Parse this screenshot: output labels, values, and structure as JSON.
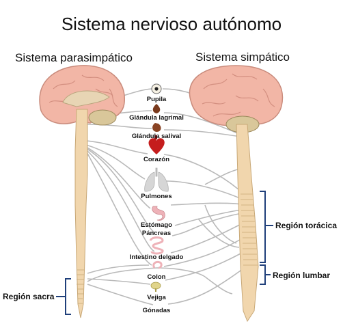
{
  "title": "Sistema nervioso autónomo",
  "parasympathetic_label": "Sistema parasimpático",
  "sympathetic_label": "Sistema simpático",
  "organs": {
    "pupila": "Pupila",
    "glandula_lagrimal": "Glándula lagrimal",
    "glandula_salival": "Glándula salival",
    "corazon": "Corazón",
    "pulmones": "Pulmones",
    "estomago": "Estómago",
    "pancreas": "Páncreas",
    "intestino": "Intestino delgado",
    "colon": "Colon",
    "vejiga": "Vejiga",
    "gonadas": "Gónadas"
  },
  "regions": {
    "toracica": "Región torácica",
    "lumbar": "Región lumbar",
    "sacra": "Región sacra"
  },
  "colors": {
    "brain": "#f2b6a6",
    "cerebellum": "#d9c79a",
    "spine": "#f1d6ad",
    "nerve": "#b9b9b9",
    "bracket": "#1f3f7a",
    "heart": "#c51d1d",
    "lung": "#d6d6d6",
    "gut": "#eeb2b8"
  }
}
